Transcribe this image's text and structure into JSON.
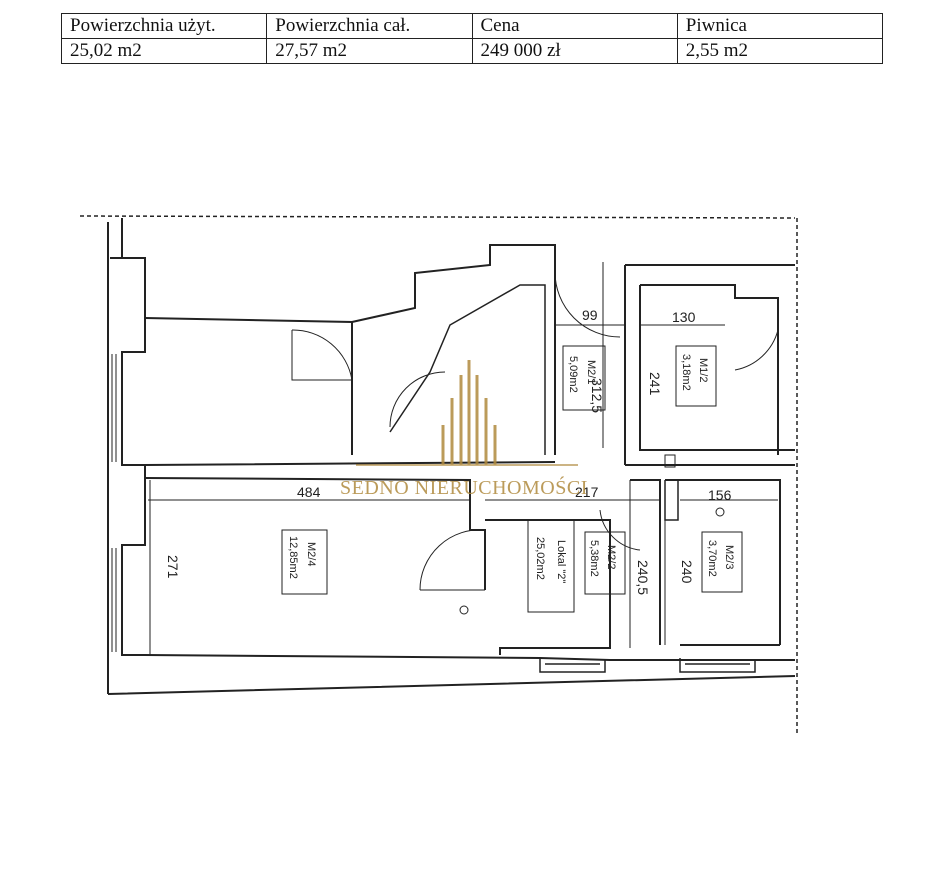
{
  "table": {
    "headers": [
      "Powierzchnia użyt.",
      "Powierzchnia cał.",
      "Cena",
      "Piwnica"
    ],
    "values": [
      "25,02 m2",
      "27,57 m2",
      "249 000 zł",
      "2,55 m2"
    ]
  },
  "plan": {
    "dims": {
      "d99": "99",
      "d130": "130",
      "d312": "312,5",
      "d241": "241",
      "d484": "484",
      "d217": "217",
      "d156": "156",
      "d271": "271",
      "d2405": "240,5",
      "d240": "240"
    },
    "rooms": {
      "m21_code": "M2/1",
      "m21_area": "5,09m2",
      "m12_code": "M1/2",
      "m12_area": "3,18m2",
      "m24_code": "M2/4",
      "m24_area": "12,85m2",
      "lokal_name": "Lokal \"2\"",
      "lokal_area": "25,02m2",
      "m22_code": "M2/2",
      "m22_area": "5,38m2",
      "m23_code": "M2/3",
      "m23_area": "3,70m2"
    },
    "watermark": "SEDNO NIERUCHOMOŚCI",
    "watermark_color": "#b08a3e"
  }
}
